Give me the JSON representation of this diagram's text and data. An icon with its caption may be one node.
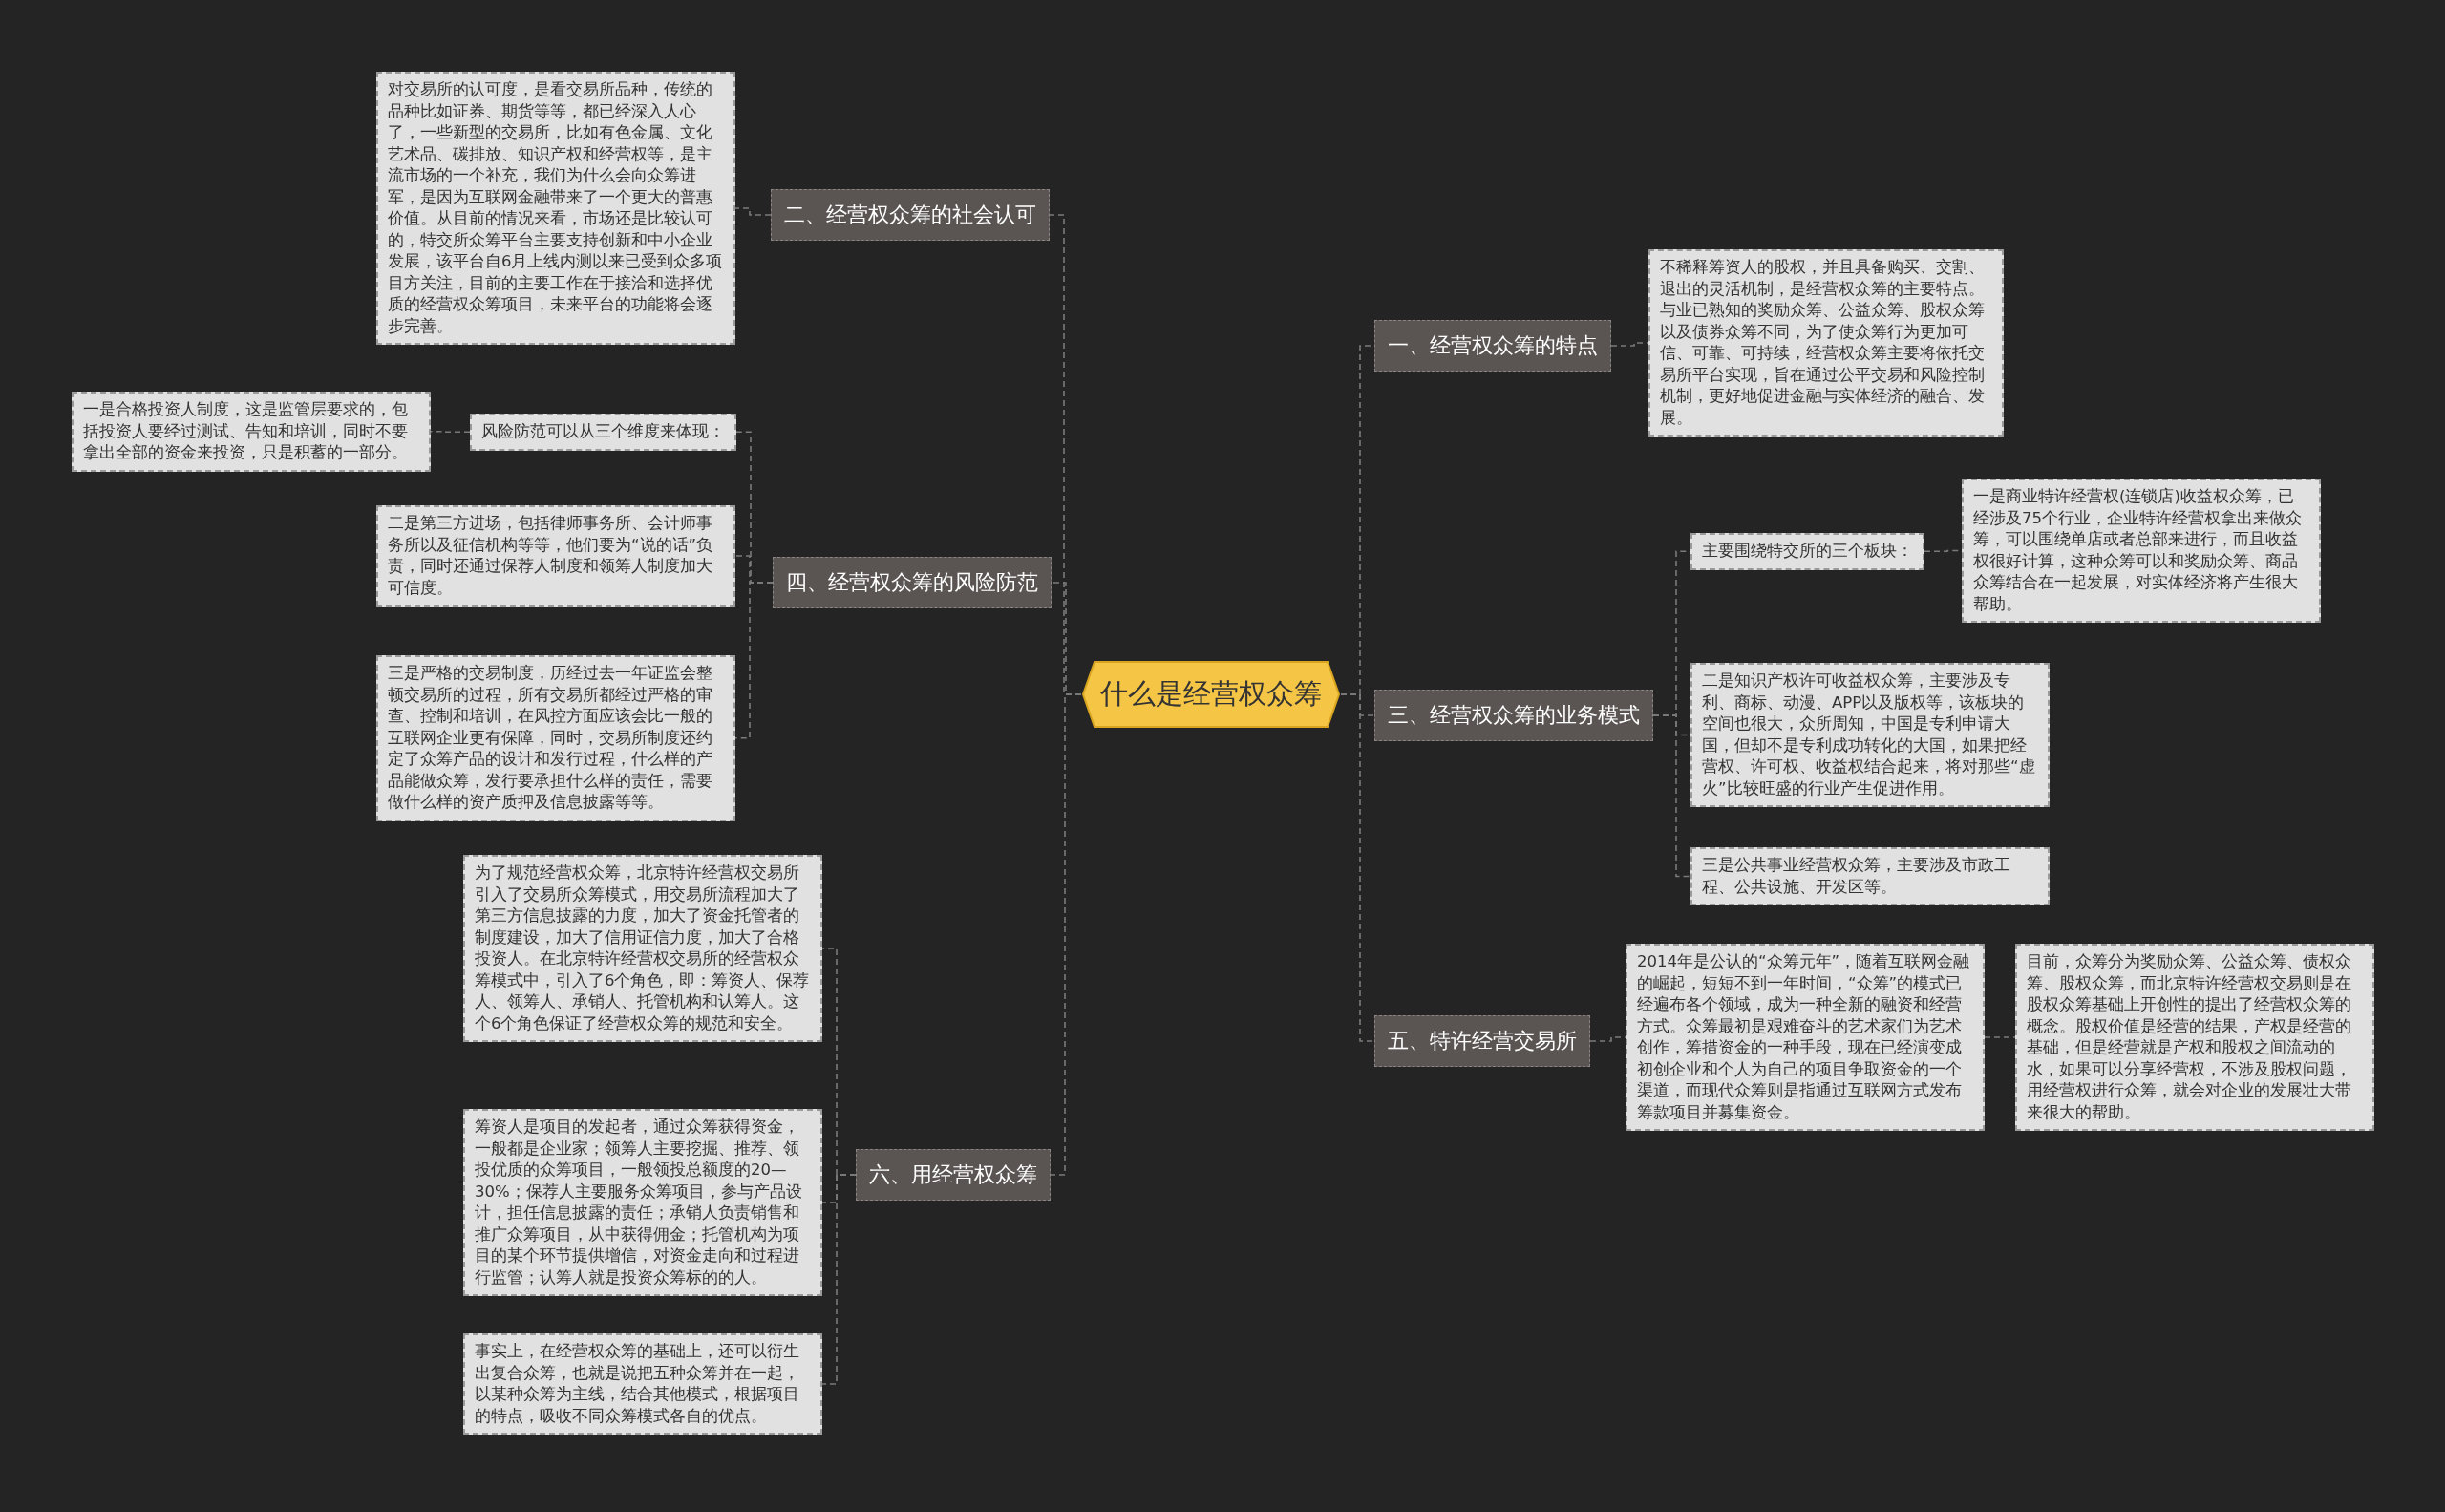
{
  "diagram": {
    "nodes": [
      {
        "text": [
          "什么是经营权众筹"
        ]
      },
      {
        "text": [
          "一、经营权众筹的特点"
        ]
      },
      {
        "text": [
          "不稀释筹资人的股权，并且具备购买、交割、退出的灵活机制，是经营权众筹的主要特点。与业已熟知的奖励众筹、公益众筹、股权众筹以及债券众筹不同，为了使众筹行为更加可信、可靠、可持续，经营权众筹主要将依托交易所平台实现，旨在通过公平交易和风险控制机制，更好地促进金融与实体经济的融合、发展。"
        ]
      },
      {
        "text": [
          "三、经营权众筹的业务模式"
        ]
      },
      {
        "text": [
          "主要围绕特交所的三个板块："
        ]
      },
      {
        "text": [
          "一是商业特许经营权(连锁店)收益权众筹，已经涉及75个行业，企业特许经营权拿出来做众筹，可以围绕单店或者总部来进行，而且收益权很好计算，这种众筹可以和奖励众筹、商品众筹结合在一起发展，对实体经济将产生很大帮助。"
        ]
      },
      {
        "text": [
          "二是知识产权许可收益权众筹，主要涉及专利、商标、动漫、APP以及版权等，该板块的空间也很大，众所周知，中国是专利申请大国，但却不是专利成功转化的大国，如果把经营权、许可权、收益权结合起来，将对那些“虚火”比较旺盛的行业产生促进作用。"
        ]
      },
      {
        "text": [
          "三是公共事业经营权众筹，主要涉及市政工程、公共设施、开发区等。"
        ]
      },
      {
        "text": [
          "五、特许经营交易所"
        ]
      },
      {
        "text": [
          "2014年是公认的“众筹元年”，随着互联网金融的崛起，短短不到一年时间，“众筹”的模式已经遍布各个领域，成为一种全新的融资和经营方式。众筹最初是艰难奋斗的艺术家们为艺术创作，筹措资金的一种手段，现在已经演变成初创企业和个人为自己的项目争取资金的一个渠道，而现代众筹则是指通过互联网方式发布筹款项目并募集资金。"
        ]
      },
      {
        "text": [
          "目前，众筹分为奖励众筹、公益众筹、债权众筹、股权众筹，而北京特许经营权交易则是在股权众筹基础上开创性的提出了经营权众筹的概念。股权价值是经营的结果，产权是经营的基础，但是经营就是产权和股权之间流动的水，如果可以分享经营权，不涉及股权问题，用经营权进行众筹，就会对企业的发展壮大带来很大的帮助。"
        ]
      },
      {
        "text": [
          "二、经营权众筹的社会认可"
        ]
      },
      {
        "text": [
          "对交易所的认可度，是看交易所品种，传统的品种比如证券、期货等等，都已经深入人心了，一些新型的交易所，比如有色金属、文化艺术品、碳排放、知识产权和经营权等，是主流市场的一个补充，我们为什么会向众筹进军，是因为互联网金融带来了一个更大的普惠价值。从目前的情况来看，市场还是比较认可的，特交所众筹平台主要支持创新和中小企业发展，该平台自6月上线内测以来已受到众多项目方关注，目前的主要工作在于接洽和选择优质的经营权众筹项目，未来平台的功能将会逐步完善。"
        ]
      },
      {
        "text": [
          "四、经营权众筹的风险防范"
        ]
      },
      {
        "text": [
          "风险防范可以从三个维度来体现："
        ]
      },
      {
        "text": [
          "一是合格投资人制度，这是监管层要求的，包括投资人要经过测试、告知和培训，同时不要拿出全部的资金来投资，只是积蓄的一部分。"
        ]
      },
      {
        "text": [
          "二是第三方进场，包括律师事务所、会计师事务所以及征信机构等等，他们要为“说的话”负责，同时还通过保荐人制度和领筹人制度加大可信度。"
        ]
      },
      {
        "text": [
          "三是严格的交易制度，历经过去一年证监会整顿交易所的过程，所有交易所都经过严格的审查、控制和培训，在风控方面应该会比一般的互联网企业更有保障，同时，交易所制度还约定了众筹产品的设计和发行过程，什么样的产品能做众筹，发行要承担什么样的责任，需要做什么样的资产质押及信息披露等等。"
        ]
      },
      {
        "text": [
          "六、用经营权众筹"
        ]
      },
      {
        "text": [
          "为了规范经营权众筹，北京特许经营权交易所引入了交易所众筹模式，用交易所流程加大了第三方信息披露的力度，加大了资金托管者的制度建设，加大了信用证信力度，加大了合格投资人。在北京特许经营权交易所的经营权众筹模式中，引入了6个角色，即：筹资人、保荐人、领筹人、承销人、托管机构和认筹人。这个6个角色保证了经营权众筹的规范和安全。"
        ]
      },
      {
        "text": [
          "筹资人是项目的发起者，通过众筹获得资金，一般都是企业家；领筹人主要挖掘、推荐、领投优质的众筹项目，一般领投总额度的20—30%；保荐人主要服务众筹项目，参与产品设计，担任信息披露的责任；承销人负责销售和推广众筹项目，从中获得佣金；托管机构为项目的某个环节提供增信，对资金走向和过程进行监管；认筹人就是投资众筹标的的人。"
        ]
      },
      {
        "text": [
          "事实上，在经营权众筹的基础上，还可以衍生出复合众筹，也就是说把五种众筹并在一起，以某种众筹为主线，结合其他模式，根据项目的特点，吸收不同众筹模式各自的优点。"
        ]
      }
    ],
    "edges": [
      {
        "from": 0,
        "to": 1,
        "arrow": "none"
      },
      {
        "from": 1,
        "to": 2,
        "arrow": "none"
      },
      {
        "from": 0,
        "to": 3,
        "arrow": "none"
      },
      {
        "from": 3,
        "to": 4,
        "arrow": "none"
      },
      {
        "from": 4,
        "to": 5,
        "arrow": "none"
      },
      {
        "from": 3,
        "to": 6,
        "arrow": "none"
      },
      {
        "from": 3,
        "to": 7,
        "arrow": "none"
      },
      {
        "from": 0,
        "to": 8,
        "arrow": "none"
      },
      {
        "from": 8,
        "to": 9,
        "arrow": "none"
      },
      {
        "from": 9,
        "to": 10,
        "arrow": "none"
      },
      {
        "from": 0,
        "to": 11,
        "arrow": "none"
      },
      {
        "from": 11,
        "to": 12,
        "arrow": "none"
      },
      {
        "from": 0,
        "to": 13,
        "arrow": "none"
      },
      {
        "from": 13,
        "to": 14,
        "arrow": "none"
      },
      {
        "from": 14,
        "to": 15,
        "arrow": "none"
      },
      {
        "from": 13,
        "to": 16,
        "arrow": "none"
      },
      {
        "from": 13,
        "to": 17,
        "arrow": "none"
      },
      {
        "from": 0,
        "to": 18,
        "arrow": "none"
      },
      {
        "from": 18,
        "to": 19,
        "arrow": "none"
      },
      {
        "from": 18,
        "to": 20,
        "arrow": "none"
      },
      {
        "from": 18,
        "to": 21,
        "arrow": "none"
      }
    ]
  }
}
